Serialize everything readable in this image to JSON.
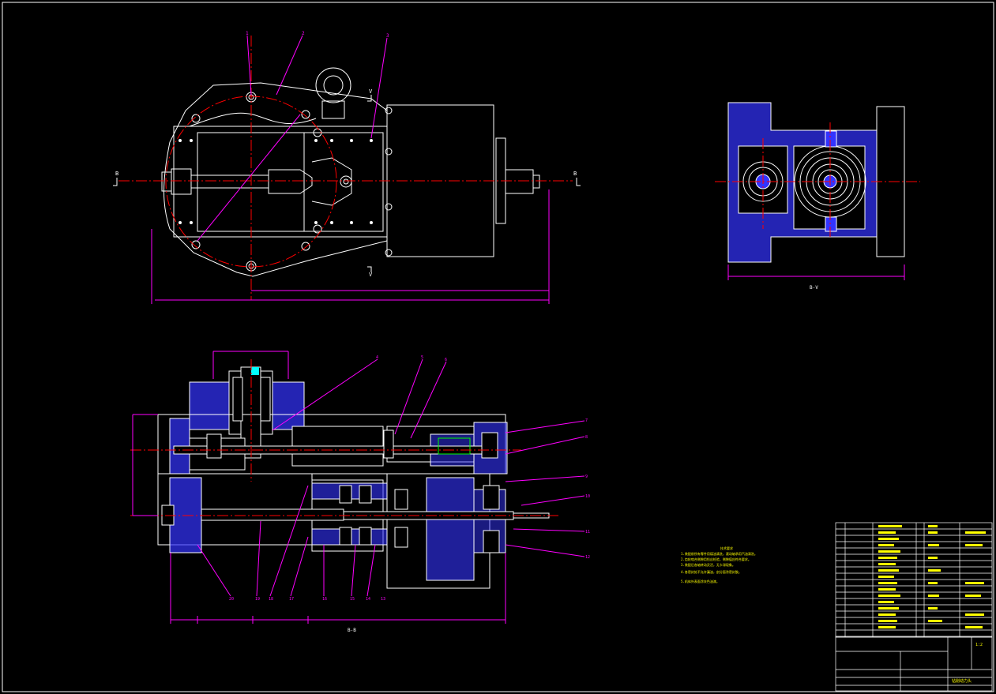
{
  "colors": {
    "background": "#000000",
    "outline": "#ffffff",
    "centerline": "#ff0000",
    "leader": "#ff00ff",
    "hatch": "#3333ff",
    "note": "#ffff00",
    "title_block": "#ffffff",
    "cyan": "#00ffff",
    "green": "#00ff00"
  },
  "drawing": {
    "top_view_section_marks": [
      "B",
      "B"
    ],
    "top_view_view_marks": [
      "V",
      "V"
    ],
    "side_view_label": "B-V",
    "section_view_label": "B-B",
    "top_view_part_numbers": [
      "1",
      "2",
      "3"
    ],
    "section_part_numbers_top": [
      "4",
      "5",
      "6"
    ],
    "section_part_numbers_right": [
      "7",
      "8",
      "9",
      "10",
      "11",
      "12"
    ],
    "section_part_numbers_bottom": [
      "20",
      "19",
      "18",
      "17",
      "16",
      "15",
      "14",
      "13"
    ],
    "technical_requirements_title": "技术要求",
    "technical_requirements": [
      "1.装配前所有零件用煤油清洗，滚动轴承用汽油清洗。",
      "2.齿轮啮合侧隙用铅丝检验，侧隙值应符合要求。",
      "3.装配后各轴转动灵活，无卡滞现象。",
      "4.各密封处不允许漏油，剖分面涂密封胶。",
      "5.机体外表面涂灰色油漆。"
    ],
    "title_block_name": "钻削动力头",
    "title_block_scale": "1:2"
  }
}
